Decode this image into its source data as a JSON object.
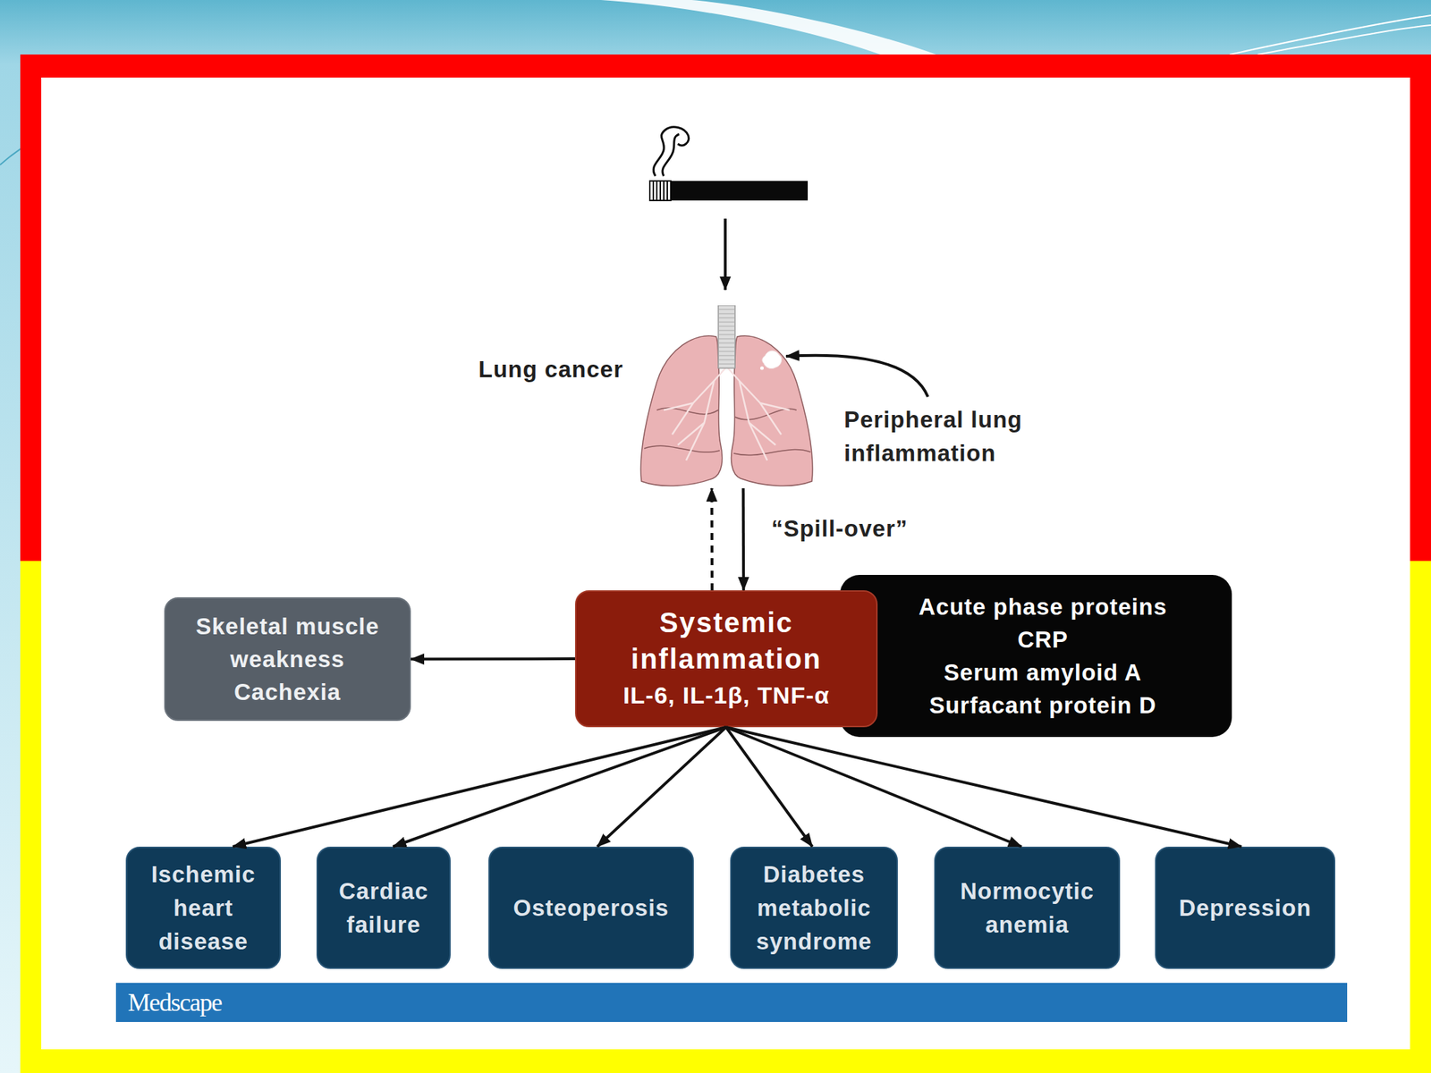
{
  "diagram": {
    "nodes": [
      {
        "text": [
          "Lung cancer"
        ]
      },
      {
        "text": [
          "Skeletal muscle weakness",
          "Cachexia"
        ]
      },
      {
        "text": [
          "Systemic inflammation",
          "IL-6, IL-1β, TNF-α"
        ]
      },
      {
        "text": [
          "Acute phase proteins",
          "CRP",
          "Serum amyloid A",
          "Surfacant protein D"
        ]
      },
      {
        "text": [
          "Ischemic heart disease"
        ]
      },
      {
        "text": [
          "Cardiac failure"
        ]
      },
      {
        "text": [
          "Osteoperosis"
        ]
      },
      {
        "text": [
          "Diabetes metabolic syndrome"
        ]
      },
      {
        "text": [
          "Normocytic anemia"
        ]
      },
      {
        "text": [
          "Depression"
        ]
      }
    ],
    "edges": [
      {
        "from": 0,
        "to": 2,
        "arrow": "to",
        "label": "“Spill-over”"
      },
      {
        "from": 2,
        "to": 0,
        "arrow": "to"
      },
      {
        "from": 2,
        "to": 1,
        "arrow": "to"
      },
      {
        "from": 2,
        "to": 4,
        "arrow": "to"
      },
      {
        "from": 2,
        "to": 5,
        "arrow": "to"
      },
      {
        "from": 2,
        "to": 6,
        "arrow": "to"
      },
      {
        "from": 2,
        "to": 7,
        "arrow": "to"
      },
      {
        "from": 2,
        "to": 8,
        "arrow": "to"
      },
      {
        "from": 2,
        "to": 9,
        "arrow": "to"
      }
    ],
    "labels": [
      "Peripheral lung inflammation",
      "Medscape"
    ]
  }
}
